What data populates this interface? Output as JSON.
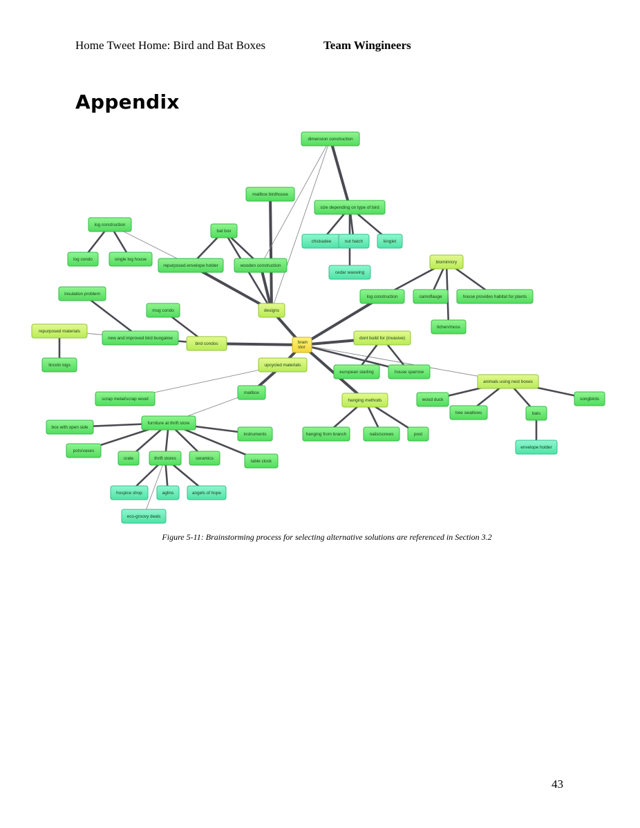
{
  "header": {
    "doc_title": "Home Tweet Home: Bird and Bat Boxes",
    "team": "Team Wingineers"
  },
  "section_title": "Appendix",
  "mindmap": {
    "nodes": [
      {
        "id": "center",
        "label": "brain stor",
        "tier": "center"
      },
      {
        "id": "designs",
        "label": "designs",
        "tier": "branch"
      },
      {
        "id": "bat_box",
        "label": "bat box",
        "tier": "leaf"
      },
      {
        "id": "mailbox_birdhouse",
        "label": "mailbox birdhouse",
        "tier": "leaf"
      },
      {
        "id": "dimension_construction",
        "label": "dimension construction",
        "tier": "leaf"
      },
      {
        "id": "size_bird",
        "label": "size depending on type of bird",
        "tier": "leaf"
      },
      {
        "id": "chickadee",
        "label": "chickadee",
        "tier": "sub"
      },
      {
        "id": "nut_hatch",
        "label": "nut hatch",
        "tier": "sub"
      },
      {
        "id": "kinglet",
        "label": "kinglet",
        "tier": "sub"
      },
      {
        "id": "cedar_waxwing",
        "label": "cedar waxwing",
        "tier": "sub"
      },
      {
        "id": "log_construction_1",
        "label": "log construction",
        "tier": "leaf"
      },
      {
        "id": "log_condo",
        "label": "log condo",
        "tier": "leaf"
      },
      {
        "id": "single_log_house",
        "label": "single log house",
        "tier": "leaf"
      },
      {
        "id": "repurposed_envelope_holder",
        "label": "repurposed envelope holder",
        "tier": "leaf"
      },
      {
        "id": "wooden_construction",
        "label": "wooden construction",
        "tier": "leaf"
      },
      {
        "id": "biomimicry",
        "label": "biomimicry",
        "tier": "branch"
      },
      {
        "id": "log_construction_2",
        "label": "log construction",
        "tier": "leaf"
      },
      {
        "id": "camouflage",
        "label": "camoflauge",
        "tier": "leaf"
      },
      {
        "id": "habitat_plants",
        "label": "house provides habitat for plants",
        "tier": "leaf"
      },
      {
        "id": "lichen_moss",
        "label": "lichen/moss",
        "tier": "leaf"
      },
      {
        "id": "insulation_problem",
        "label": "insulation problem",
        "tier": "leaf"
      },
      {
        "id": "mug_condo",
        "label": "mug condo",
        "tier": "leaf"
      },
      {
        "id": "repurposed_materials",
        "label": "repurposed materials",
        "tier": "branch"
      },
      {
        "id": "new_bird_bungalow",
        "label": "new and improved bird bungalow",
        "tier": "leaf"
      },
      {
        "id": "bird_condos",
        "label": "bird condos",
        "tier": "branch"
      },
      {
        "id": "lincoln_logs",
        "label": "lincoln logs",
        "tier": "leaf"
      },
      {
        "id": "dont_build",
        "label": "dont build for (invasive)",
        "tier": "branch"
      },
      {
        "id": "european_starling",
        "label": "european starling",
        "tier": "leaf"
      },
      {
        "id": "house_sparrow",
        "label": "house sparrow",
        "tier": "leaf"
      },
      {
        "id": "upcycled_materials",
        "label": "upcycled materials",
        "tier": "branch"
      },
      {
        "id": "mailbox",
        "label": "mailbox",
        "tier": "leaf"
      },
      {
        "id": "scrap_metal_wood",
        "label": "scrap metal/scrap wood",
        "tier": "leaf"
      },
      {
        "id": "furniture_thrift",
        "label": "furniture at thrift store",
        "tier": "leaf"
      },
      {
        "id": "box_open_side",
        "label": "box with open side",
        "tier": "leaf"
      },
      {
        "id": "pots_vases",
        "label": "pots/vases",
        "tier": "leaf"
      },
      {
        "id": "crate",
        "label": "crate",
        "tier": "leaf"
      },
      {
        "id": "thrift_stores",
        "label": "thrift stores",
        "tier": "leaf"
      },
      {
        "id": "ceramics",
        "label": "ceramics",
        "tier": "leaf"
      },
      {
        "id": "instruments",
        "label": "instruments",
        "tier": "leaf"
      },
      {
        "id": "table_clock",
        "label": "table clock",
        "tier": "leaf"
      },
      {
        "id": "hospice_shop",
        "label": "hospice shop",
        "tier": "sub"
      },
      {
        "id": "aglins",
        "label": "aglins",
        "tier": "sub"
      },
      {
        "id": "angels_of_hope",
        "label": "angels of hope",
        "tier": "sub"
      },
      {
        "id": "eco_groovy",
        "label": "eco-groovy deals",
        "tier": "sub"
      },
      {
        "id": "hanging_methods",
        "label": "hanging methods",
        "tier": "branch"
      },
      {
        "id": "hanging_branch",
        "label": "hanging from branch",
        "tier": "leaf"
      },
      {
        "id": "nails_screws",
        "label": "nails/screws",
        "tier": "leaf"
      },
      {
        "id": "post",
        "label": "post",
        "tier": "leaf"
      },
      {
        "id": "animals_nest_boxes",
        "label": "animals using nest boxes",
        "tier": "branch"
      },
      {
        "id": "wood_duck",
        "label": "wood duck",
        "tier": "leaf"
      },
      {
        "id": "tree_swallows",
        "label": "tree swallows",
        "tier": "leaf"
      },
      {
        "id": "bats",
        "label": "bats",
        "tier": "leaf"
      },
      {
        "id": "songbirds",
        "label": "songbirds",
        "tier": "leaf"
      },
      {
        "id": "envelope_holder",
        "label": "envelope holder",
        "tier": "sub"
      }
    ],
    "edges": [
      [
        "center",
        "designs"
      ],
      [
        "center",
        "bird_condos"
      ],
      [
        "center",
        "upcycled_materials"
      ],
      [
        "center",
        "hanging_methods"
      ],
      [
        "center",
        "dont_build"
      ],
      [
        "center",
        "log_construction_2"
      ],
      [
        "center",
        "animals_nest_boxes"
      ],
      [
        "center",
        "house_sparrow"
      ],
      [
        "designs",
        "bat_box"
      ],
      [
        "designs",
        "wooden_construction"
      ],
      [
        "designs",
        "repurposed_envelope_holder"
      ],
      [
        "designs",
        "mailbox_birdhouse"
      ],
      [
        "designs",
        "dimension_construction"
      ],
      [
        "bat_box",
        "repurposed_envelope_holder"
      ],
      [
        "bat_box",
        "wooden_construction"
      ],
      [
        "dimension_construction",
        "size_bird"
      ],
      [
        "dimension_construction",
        "wooden_construction"
      ],
      [
        "size_bird",
        "chickadee"
      ],
      [
        "size_bird",
        "nut_hatch"
      ],
      [
        "size_bird",
        "kinglet"
      ],
      [
        "size_bird",
        "cedar_waxwing"
      ],
      [
        "log_construction_1",
        "log_condo"
      ],
      [
        "log_construction_1",
        "single_log_house"
      ],
      [
        "log_construction_1",
        "repurposed_envelope_holder"
      ],
      [
        "biomimicry",
        "log_construction_2"
      ],
      [
        "biomimicry",
        "camouflage"
      ],
      [
        "biomimicry",
        "habitat_plants"
      ],
      [
        "biomimicry",
        "lichen_moss"
      ],
      [
        "insulation_problem",
        "new_bird_bungalow"
      ],
      [
        "mug_condo",
        "bird_condos"
      ],
      [
        "new_bird_bungalow",
        "bird_condos"
      ],
      [
        "repurposed_materials",
        "new_bird_bungalow"
      ],
      [
        "repurposed_materials",
        "lincoln_logs"
      ],
      [
        "dont_build",
        "european_starling"
      ],
      [
        "dont_build",
        "house_sparrow"
      ],
      [
        "upcycled_materials",
        "mailbox"
      ],
      [
        "upcycled_materials",
        "scrap_metal_wood"
      ],
      [
        "mailbox",
        "furniture_thrift"
      ],
      [
        "furniture_thrift",
        "box_open_side"
      ],
      [
        "furniture_thrift",
        "pots_vases"
      ],
      [
        "furniture_thrift",
        "crate"
      ],
      [
        "furniture_thrift",
        "thrift_stores"
      ],
      [
        "furniture_thrift",
        "ceramics"
      ],
      [
        "furniture_thrift",
        "instruments"
      ],
      [
        "furniture_thrift",
        "table_clock"
      ],
      [
        "thrift_stores",
        "hospice_shop"
      ],
      [
        "thrift_stores",
        "aglins"
      ],
      [
        "thrift_stores",
        "angels_of_hope"
      ],
      [
        "thrift_stores",
        "eco_groovy"
      ],
      [
        "hanging_methods",
        "hanging_branch"
      ],
      [
        "hanging_methods",
        "nails_screws"
      ],
      [
        "hanging_methods",
        "post"
      ],
      [
        "animals_nest_boxes",
        "wood_duck"
      ],
      [
        "animals_nest_boxes",
        "tree_swallows"
      ],
      [
        "animals_nest_boxes",
        "bats"
      ],
      [
        "animals_nest_boxes",
        "songbirds"
      ],
      [
        "bats",
        "envelope_holder"
      ]
    ]
  },
  "caption": "Figure 5-11: Brainstorming process for selecting alternative solutions are referenced in Section 3.2",
  "page_number": "43"
}
